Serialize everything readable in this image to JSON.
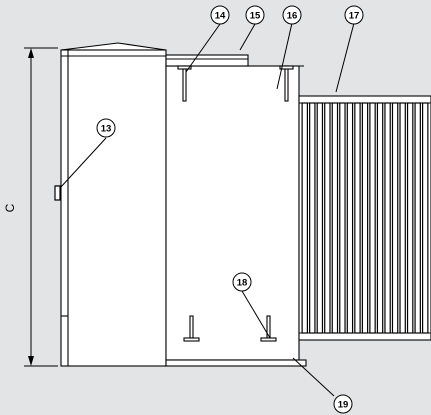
{
  "dimension": {
    "label": "C"
  },
  "callouts": [
    {
      "id": "c13",
      "label": "13"
    },
    {
      "id": "c14",
      "label": "14"
    },
    {
      "id": "c15",
      "label": "15"
    },
    {
      "id": "c16",
      "label": "16"
    },
    {
      "id": "c17",
      "label": "17"
    },
    {
      "id": "c18",
      "label": "18"
    },
    {
      "id": "c19",
      "label": "19"
    }
  ],
  "colors": {
    "background": "#e3e4e5",
    "panel": "#ffffff",
    "line": "#000000"
  }
}
